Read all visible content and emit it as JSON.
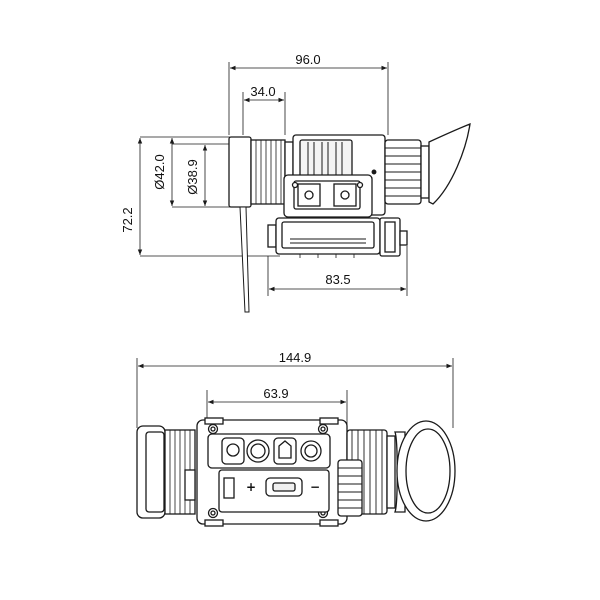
{
  "diagram": {
    "colors": {
      "line": "#1a1a1a",
      "fill": "#ffffff",
      "shade": "#e8e8e8"
    },
    "side_view": {
      "dims": {
        "overall_length": "96.0",
        "lens_offset": "34.0",
        "diameter_inner": "Ø38.9",
        "diameter_outer": "Ø42.0",
        "height": "72.2",
        "body_length": "83.5"
      }
    },
    "top_view": {
      "dims": {
        "total_length": "144.9",
        "button_span": "63.9"
      },
      "control_labels": {
        "plus": "+",
        "minus": "−"
      }
    }
  }
}
